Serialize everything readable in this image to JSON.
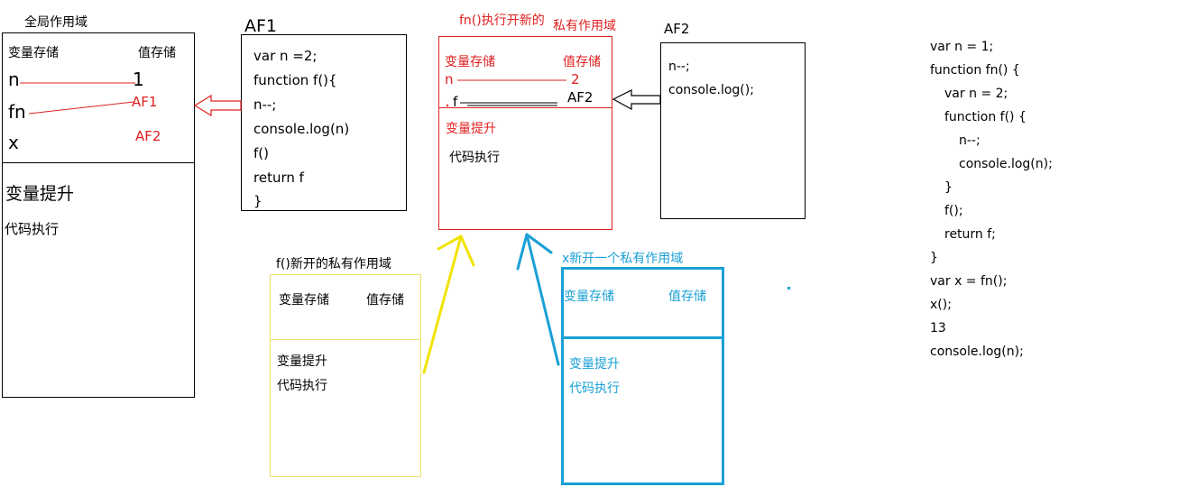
{
  "global_scope": {
    "title": "全局作用域",
    "col_var": "变量存储",
    "col_val": "值存储",
    "rows": [
      {
        "name": "n",
        "value": "1"
      },
      {
        "name": "fn",
        "value": "AF1"
      },
      {
        "name": "x",
        "value": "AF2"
      }
    ],
    "hoisting": "变量提升",
    "execution": "代码执行"
  },
  "af1": {
    "title": "AF1",
    "code": [
      "var n =2;",
      "function f(){",
      "n--;",
      "console.log(n)",
      "f()",
      "return f",
      "}"
    ]
  },
  "fn_scope": {
    "title_line1": "fn()执行开新的",
    "title_line2": "私有作用域",
    "col_var": "变量存储",
    "col_val": "值存储",
    "rows": [
      {
        "name": "n",
        "value": "2"
      },
      {
        "name": "f",
        "value": "AF2"
      }
    ],
    "hoisting": "变量提升",
    "execution": "代码执行"
  },
  "af2": {
    "title": "AF2",
    "code": [
      "n--;",
      "console.log();"
    ]
  },
  "f_scope": {
    "title": "f()新开的私有作用域",
    "col_var": "变量存储",
    "col_val": "值存储",
    "hoisting": "变量提升",
    "execution": "代码执行"
  },
  "x_scope": {
    "title": "x新开一个私有作用域",
    "col_var": "变量存储",
    "col_val": "值存储",
    "hoisting": "变量提升",
    "execution": "代码执行"
  },
  "source_code": [
    "var n = 1;",
    "function fn() {",
    "    var n = 2;",
    "    function f() {",
    "        n--;",
    "        console.log(n);",
    "    }",
    "    f();",
    "    return f;",
    "}",
    "var x = fn();",
    "x();",
    "13",
    "console.log(n);"
  ],
  "colors": {
    "red": "#e02020",
    "blue": "#1aa0d6",
    "yellow": "#f2e200",
    "yellow_border": "#ece26a",
    "black": "#000000"
  }
}
